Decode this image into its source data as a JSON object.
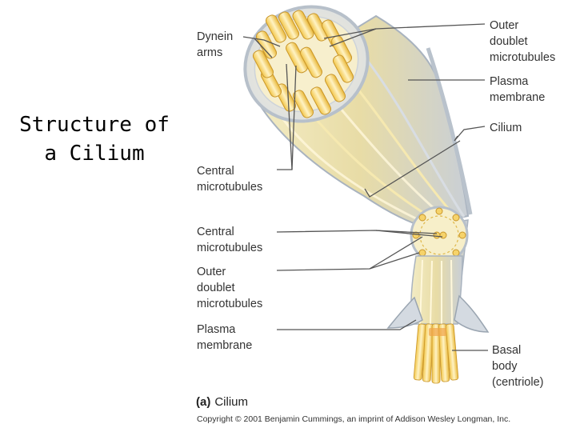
{
  "title": {
    "line1": "Structure of",
    "line2": "a Cilium"
  },
  "labels": {
    "dynein_arms": [
      "Dynein",
      "arms"
    ],
    "outer_doublet_top": [
      "Outer",
      "doublet",
      "microtubules"
    ],
    "plasma_membrane_top": [
      "Plasma",
      "membrane"
    ],
    "cilium": [
      "Cilium"
    ],
    "central_mt_top": [
      "Central",
      "microtubules"
    ],
    "central_mt_mid": [
      "Central",
      "microtubules"
    ],
    "outer_doublet_mid": [
      "Outer",
      "doublet",
      "microtubules"
    ],
    "plasma_membrane_bottom": [
      "Plasma",
      "membrane"
    ],
    "basal_body": [
      "Basal",
      "body",
      "(centriole)"
    ]
  },
  "caption": {
    "part": "(a)",
    "text": "Cilium"
  },
  "copyright": "Copyright © 2001 Benjamin Cummings, an imprint of Addison Wesley Longman, Inc."
}
